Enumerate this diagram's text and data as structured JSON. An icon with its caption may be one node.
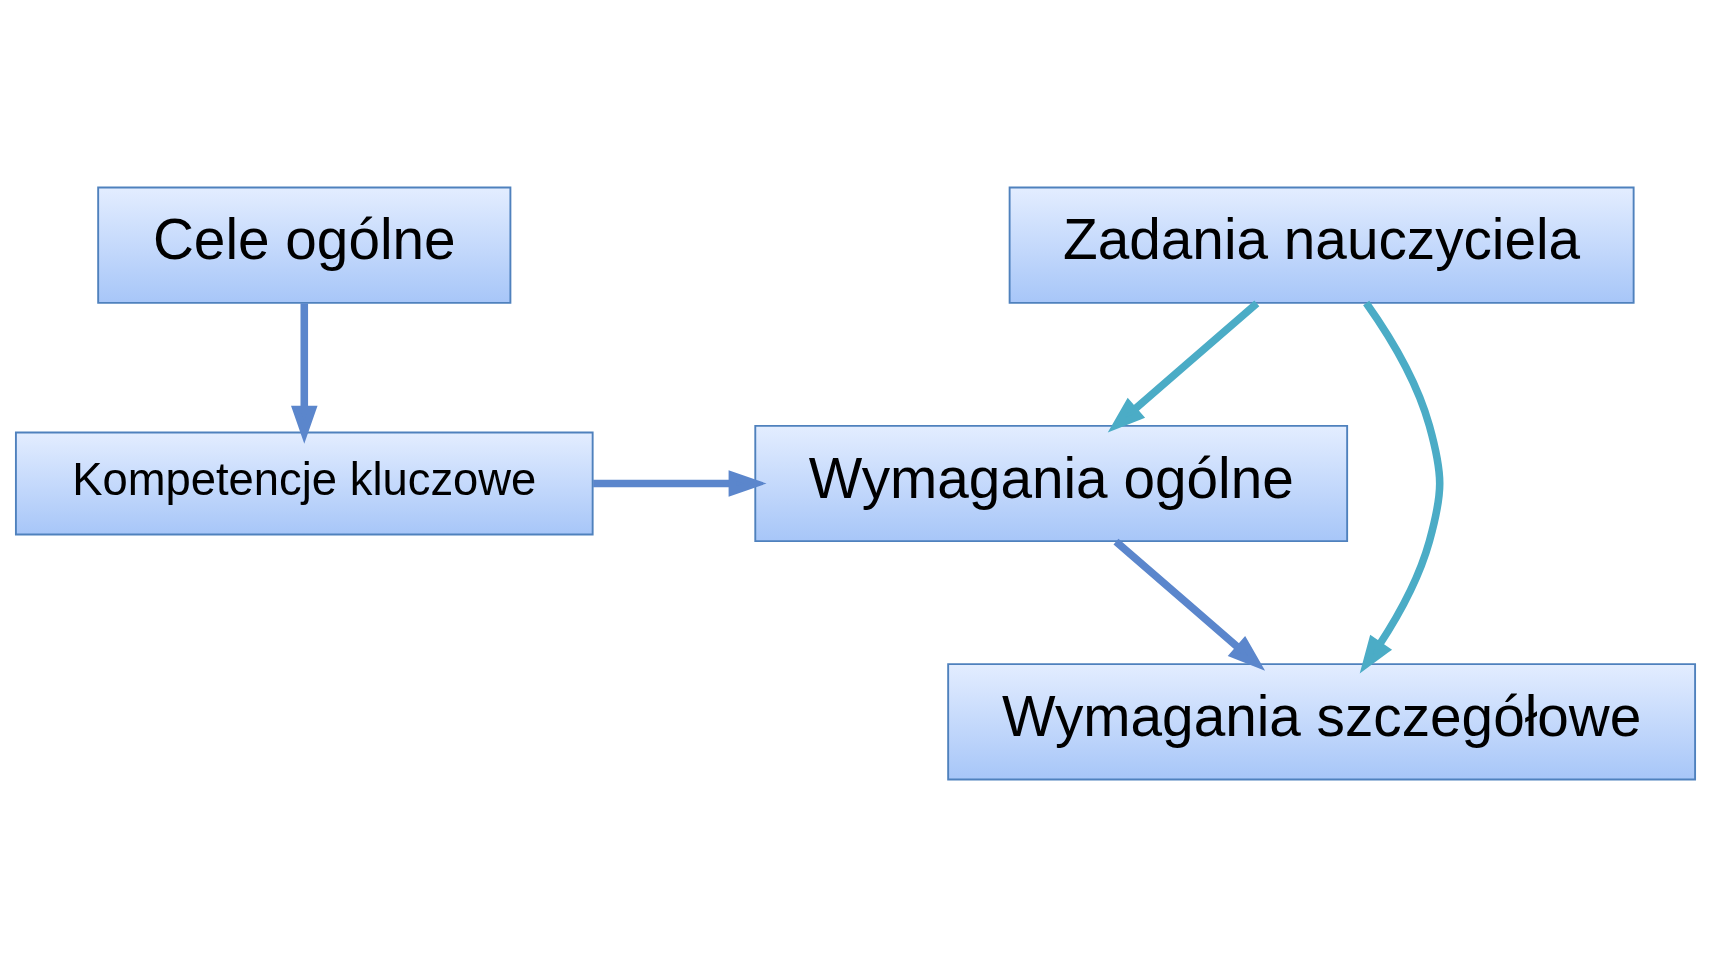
{
  "diagram": {
    "nodes": [
      {
        "text": [
          "Cele ogólne"
        ]
      },
      {
        "text": [
          "Kompetencje kluczowe"
        ]
      },
      {
        "text": [
          "Zadania nauczyciela"
        ]
      },
      {
        "text": [
          "Wymagania ogólne"
        ]
      },
      {
        "text": [
          "Wymagania szczegółowe"
        ]
      }
    ],
    "edges": [
      {
        "from": 0,
        "to": 1,
        "arrow": "to"
      },
      {
        "from": 1,
        "to": 3,
        "arrow": "to"
      },
      {
        "from": 2,
        "to": 3,
        "arrow": "to",
        "color": "#4bacc6"
      },
      {
        "from": 2,
        "to": 4,
        "arrow": "to",
        "color": "#4bacc6"
      },
      {
        "from": 3,
        "to": 4,
        "arrow": "to"
      }
    ]
  }
}
